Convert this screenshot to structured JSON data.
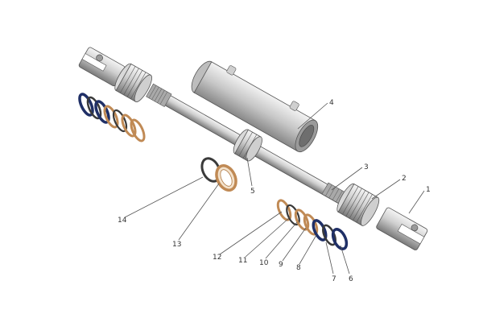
{
  "callouts": {
    "c1": "1",
    "c2": "2",
    "c3": "3",
    "c4": "4",
    "c5": "5",
    "c6": "6",
    "c7": "7",
    "c8": "8",
    "c9": "9",
    "c10": "10",
    "c11": "11",
    "c12": "12",
    "c13": "13",
    "c14": "14"
  },
  "colors": {
    "metal_light": "#e4e4e4",
    "metal_mid": "#b9b9b9",
    "metal_dark": "#7d7d7d",
    "bronze_ring": "#c08a55",
    "navy_seal": "#1f2f66",
    "dark_ring": "#3a3a3a",
    "leader_line": "#555555"
  }
}
